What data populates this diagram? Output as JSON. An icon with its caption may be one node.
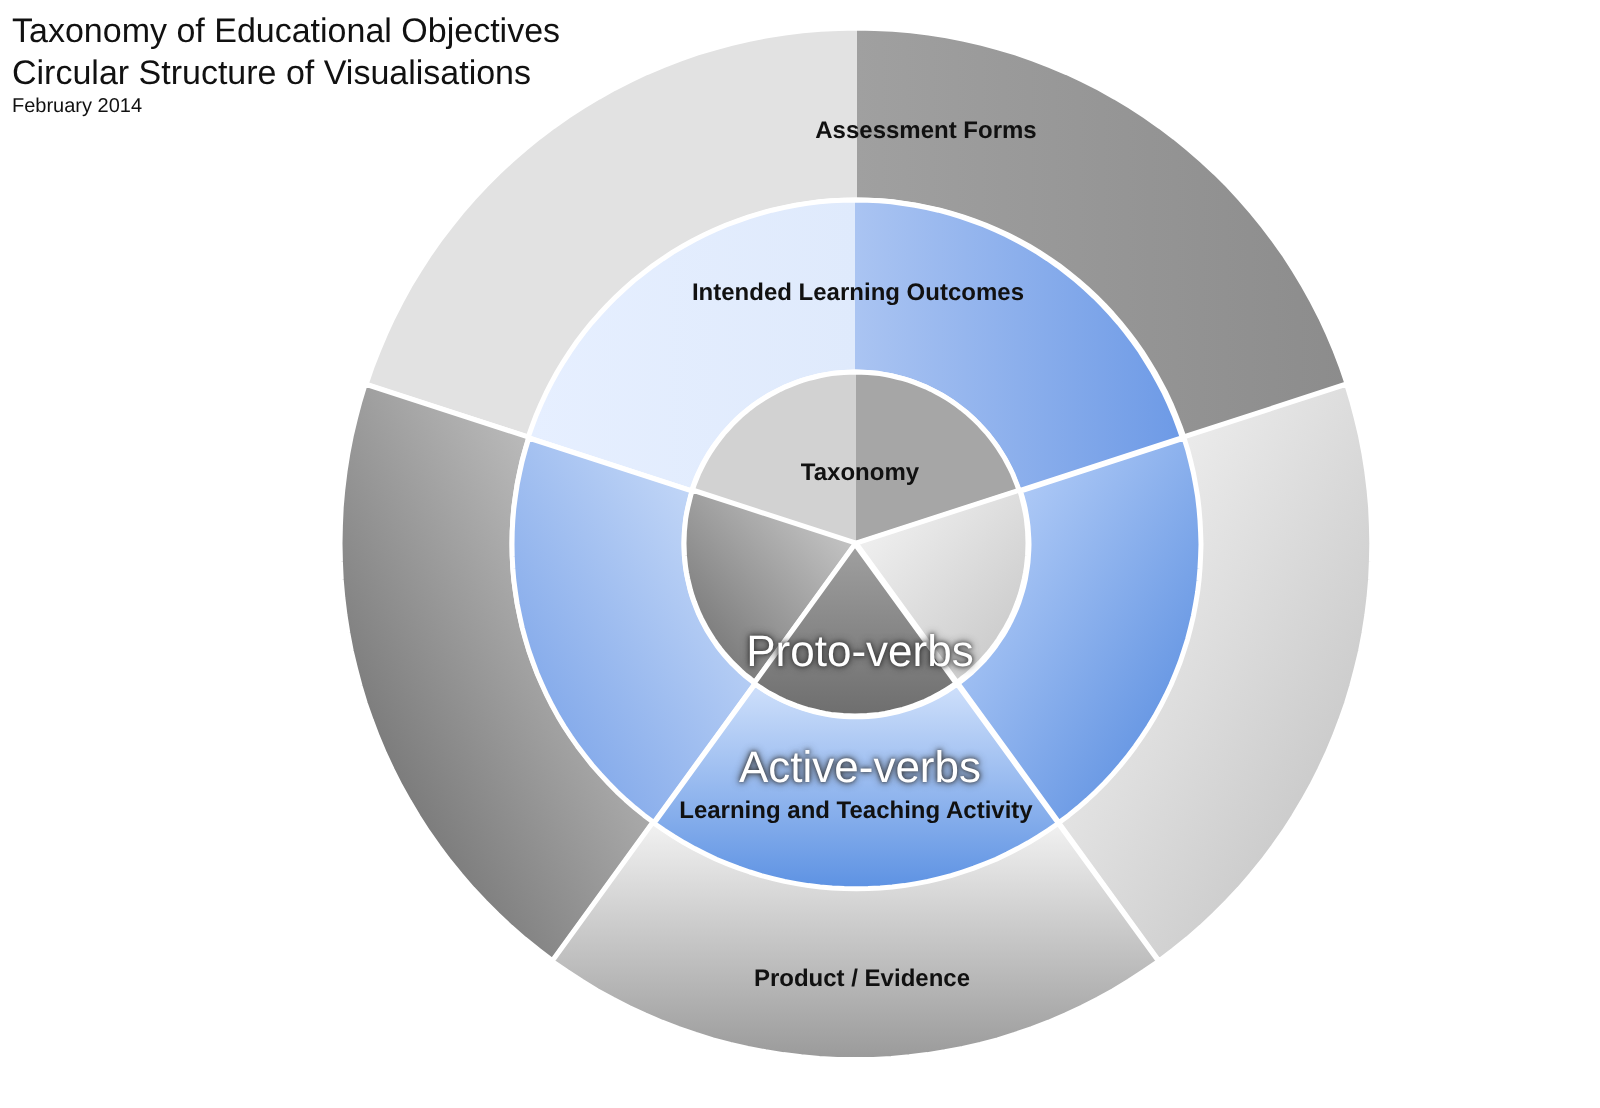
{
  "diagram": {
    "title": "Taxonomy of Educational Objectives",
    "nodes": [
      {
        "text": [
          "Assessment Forms"
        ]
      },
      {
        "text": [],
        "shape": "segment"
      },
      {
        "text": [],
        "shape": "segment"
      },
      {
        "text": [
          "Product / Evidence"
        ]
      },
      {
        "text": [
          "Intended Learning Outcomes"
        ]
      },
      {
        "text": [],
        "shape": "segment"
      },
      {
        "text": [],
        "shape": "segment"
      },
      {
        "text": [
          "Active-verbs",
          "Learning and Teaching Activity"
        ]
      },
      {
        "text": [
          "Taxonomy"
        ]
      },
      {
        "text": [],
        "shape": "segment"
      },
      {
        "text": [],
        "shape": "segment"
      },
      {
        "text": [
          "Proto-verbs"
        ]
      }
    ],
    "labels": [
      "Circular Structure of Visualisations",
      "February 2014"
    ]
  }
}
